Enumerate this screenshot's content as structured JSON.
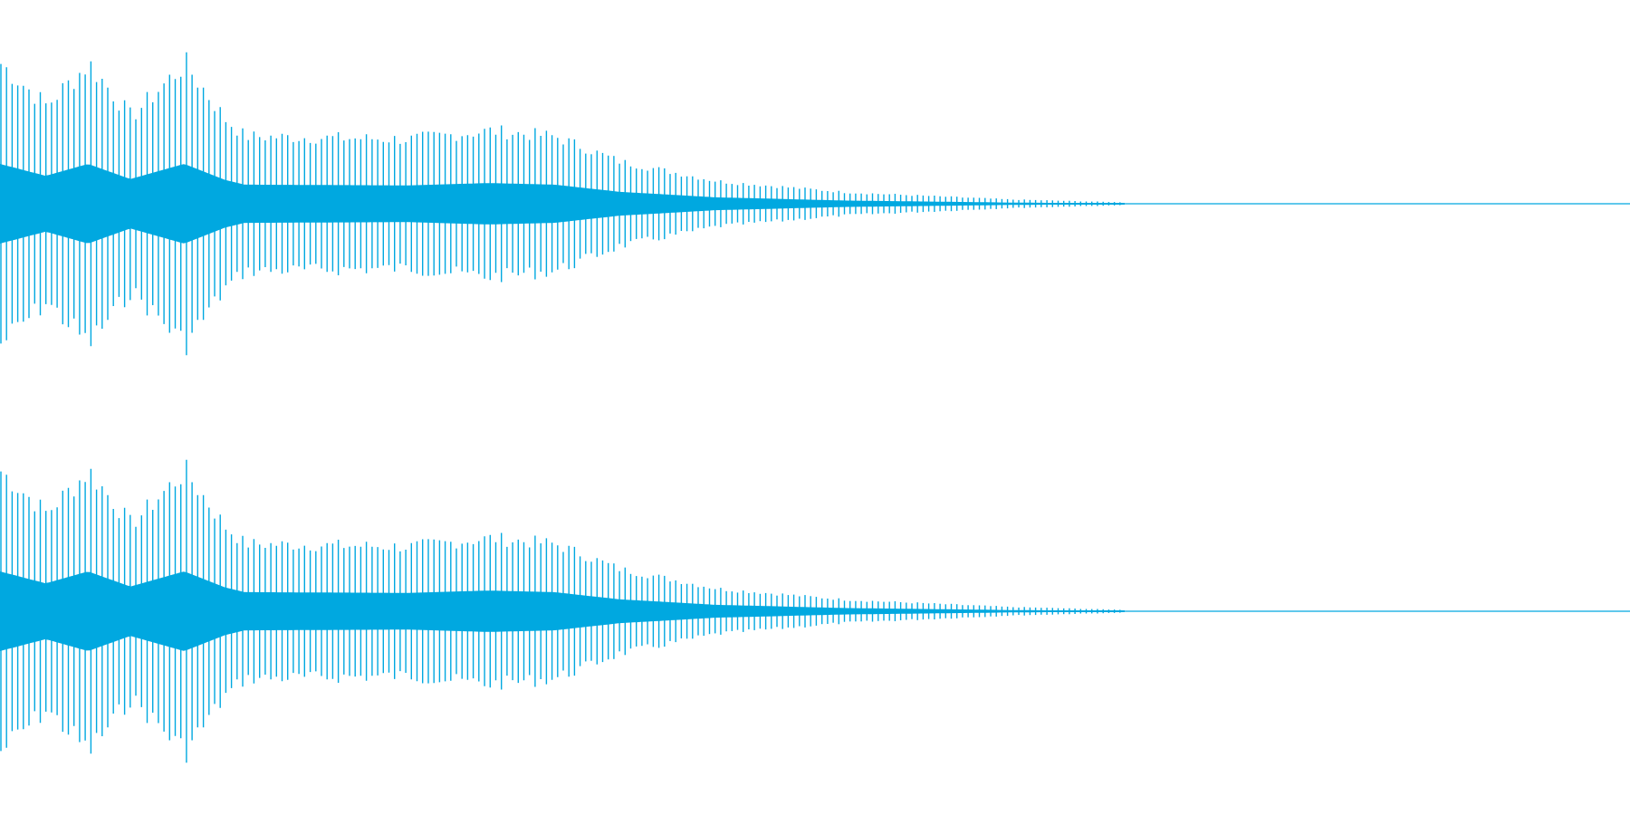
{
  "waveform": {
    "color": "#00a8e0",
    "background": "#ffffff",
    "channels": [
      {
        "name": "left"
      },
      {
        "name": "right"
      }
    ],
    "shape": {
      "peak_count": 200,
      "signal_end_fraction": 0.69,
      "envelope_points": [
        [
          0.0,
          1.0
        ],
        [
          0.028,
          0.7
        ],
        [
          0.054,
          1.0
        ],
        [
          0.08,
          0.62
        ],
        [
          0.113,
          1.0
        ],
        [
          0.138,
          0.6
        ],
        [
          0.15,
          0.48
        ],
        [
          0.25,
          0.46
        ],
        [
          0.3,
          0.52
        ],
        [
          0.34,
          0.48
        ],
        [
          0.38,
          0.3
        ],
        [
          0.44,
          0.16
        ],
        [
          0.52,
          0.08
        ],
        [
          0.62,
          0.03
        ],
        [
          0.69,
          0.01
        ]
      ]
    }
  }
}
